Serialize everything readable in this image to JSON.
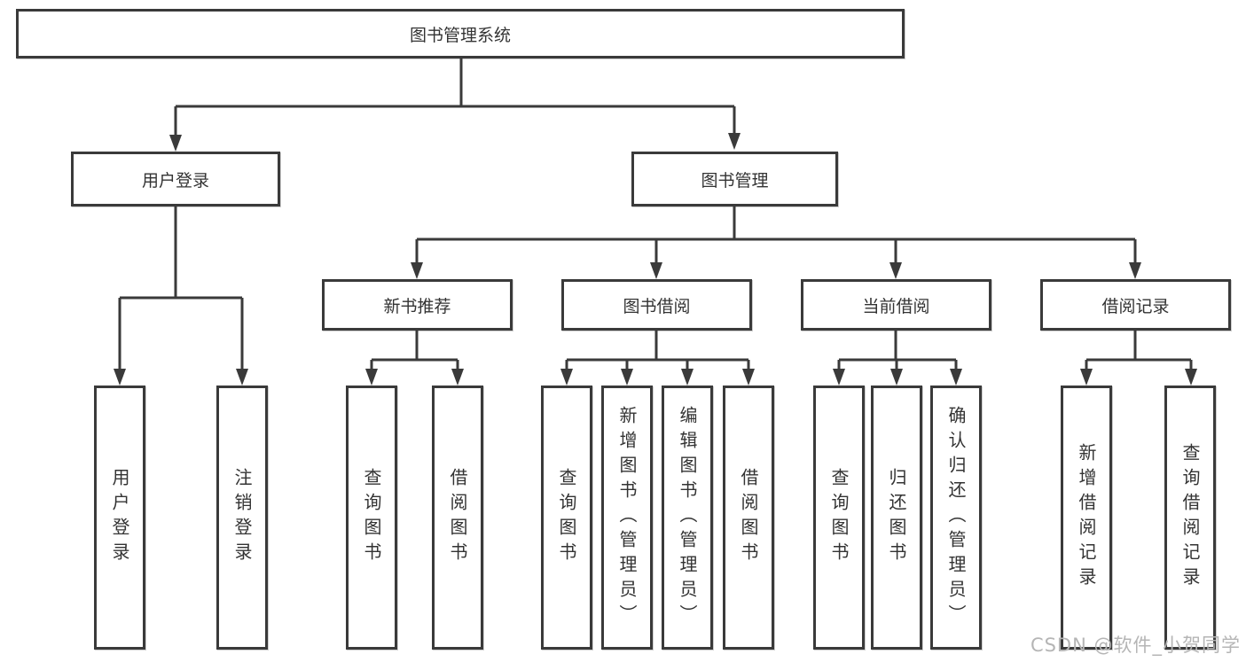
{
  "diagram_title": "图书管理系统",
  "nodes": {
    "root": "图书管理系统",
    "user_login": "用户登录",
    "book_mgmt": "图书管理",
    "new_book": "新书推荐",
    "book_borrow": "图书借阅",
    "current_borrow": "当前借阅",
    "borrow_records": "借阅记录",
    "leaf_user_login": "用户登录",
    "leaf_logout": "注销登录",
    "leaf_nb_query": "查询图书",
    "leaf_nb_borrow": "借阅图书",
    "leaf_bb_query": "查询图书",
    "leaf_bb_add": "新增图书（管理员）",
    "leaf_bb_edit": "编辑图书（管理员）",
    "leaf_bb_borrow": "借阅图书",
    "leaf_cb_query": "查询图书",
    "leaf_cb_return": "归还图书",
    "leaf_cb_confirm": "确认归还（管理员）",
    "leaf_br_add": "新增借阅记录",
    "leaf_br_query": "查询借阅记录"
  },
  "hierarchy": {
    "图书管理系统": {
      "用户登录": [
        "用户登录",
        "注销登录"
      ],
      "图书管理": {
        "新书推荐": [
          "查询图书",
          "借阅图书"
        ],
        "图书借阅": [
          "查询图书",
          "新增图书（管理员）",
          "编辑图书（管理员）",
          "借阅图书"
        ],
        "当前借阅": [
          "查询图书",
          "归还图书",
          "确认归还（管理员）"
        ],
        "借阅记录": [
          "新增借阅记录",
          "查询借阅记录"
        ]
      }
    }
  },
  "watermark": "CSDN @软件_小贺同学",
  "colors": {
    "line": "#3a3a3a",
    "text": "#333333",
    "watermark": "#b5b5b5"
  }
}
